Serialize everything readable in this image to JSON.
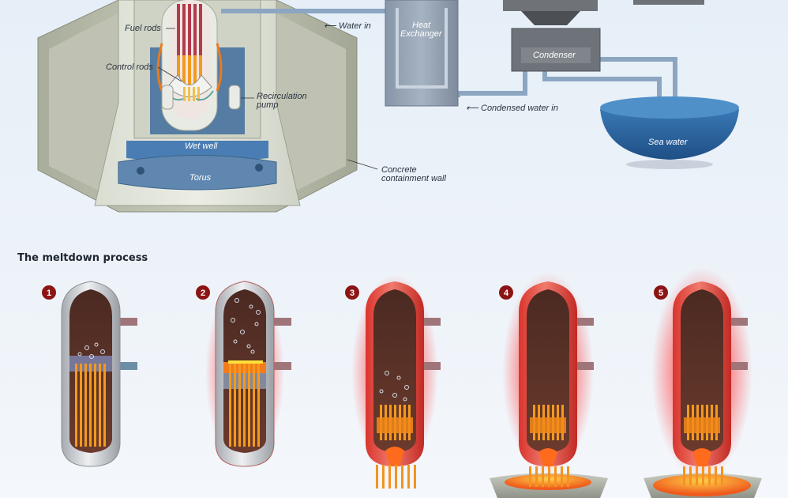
{
  "top_labels": {
    "fuel_rods": "Fuel rods",
    "control_rods": "Control rods",
    "recirculation_pump_line1": "Recirculation",
    "recirculation_pump_line2": "pump",
    "wet_well": "Wet well",
    "torus": "Torus",
    "concrete_wall_line1": "Concrete",
    "concrete_wall_line2": "containment wall",
    "water_in": "Water in",
    "heat_exchanger_line1": "Heat",
    "heat_exchanger_line2": "Exchanger",
    "condenser": "Condenser",
    "condensed_water_in": "Condensed water in",
    "sea_water": "Sea water"
  },
  "arrow_glyph": "⟵",
  "meltdown": {
    "title": "The meltdown process",
    "stages": [
      {
        "number": "1"
      },
      {
        "number": "2"
      },
      {
        "number": "3"
      },
      {
        "number": "4"
      },
      {
        "number": "5"
      }
    ]
  },
  "colors": {
    "badge": "#8c1414",
    "glow": "#ff3030",
    "concrete": "#b4b8a8",
    "water": "#3f7bb5",
    "pipe": "#7f9bb8",
    "fuel": "#f29a1f"
  }
}
